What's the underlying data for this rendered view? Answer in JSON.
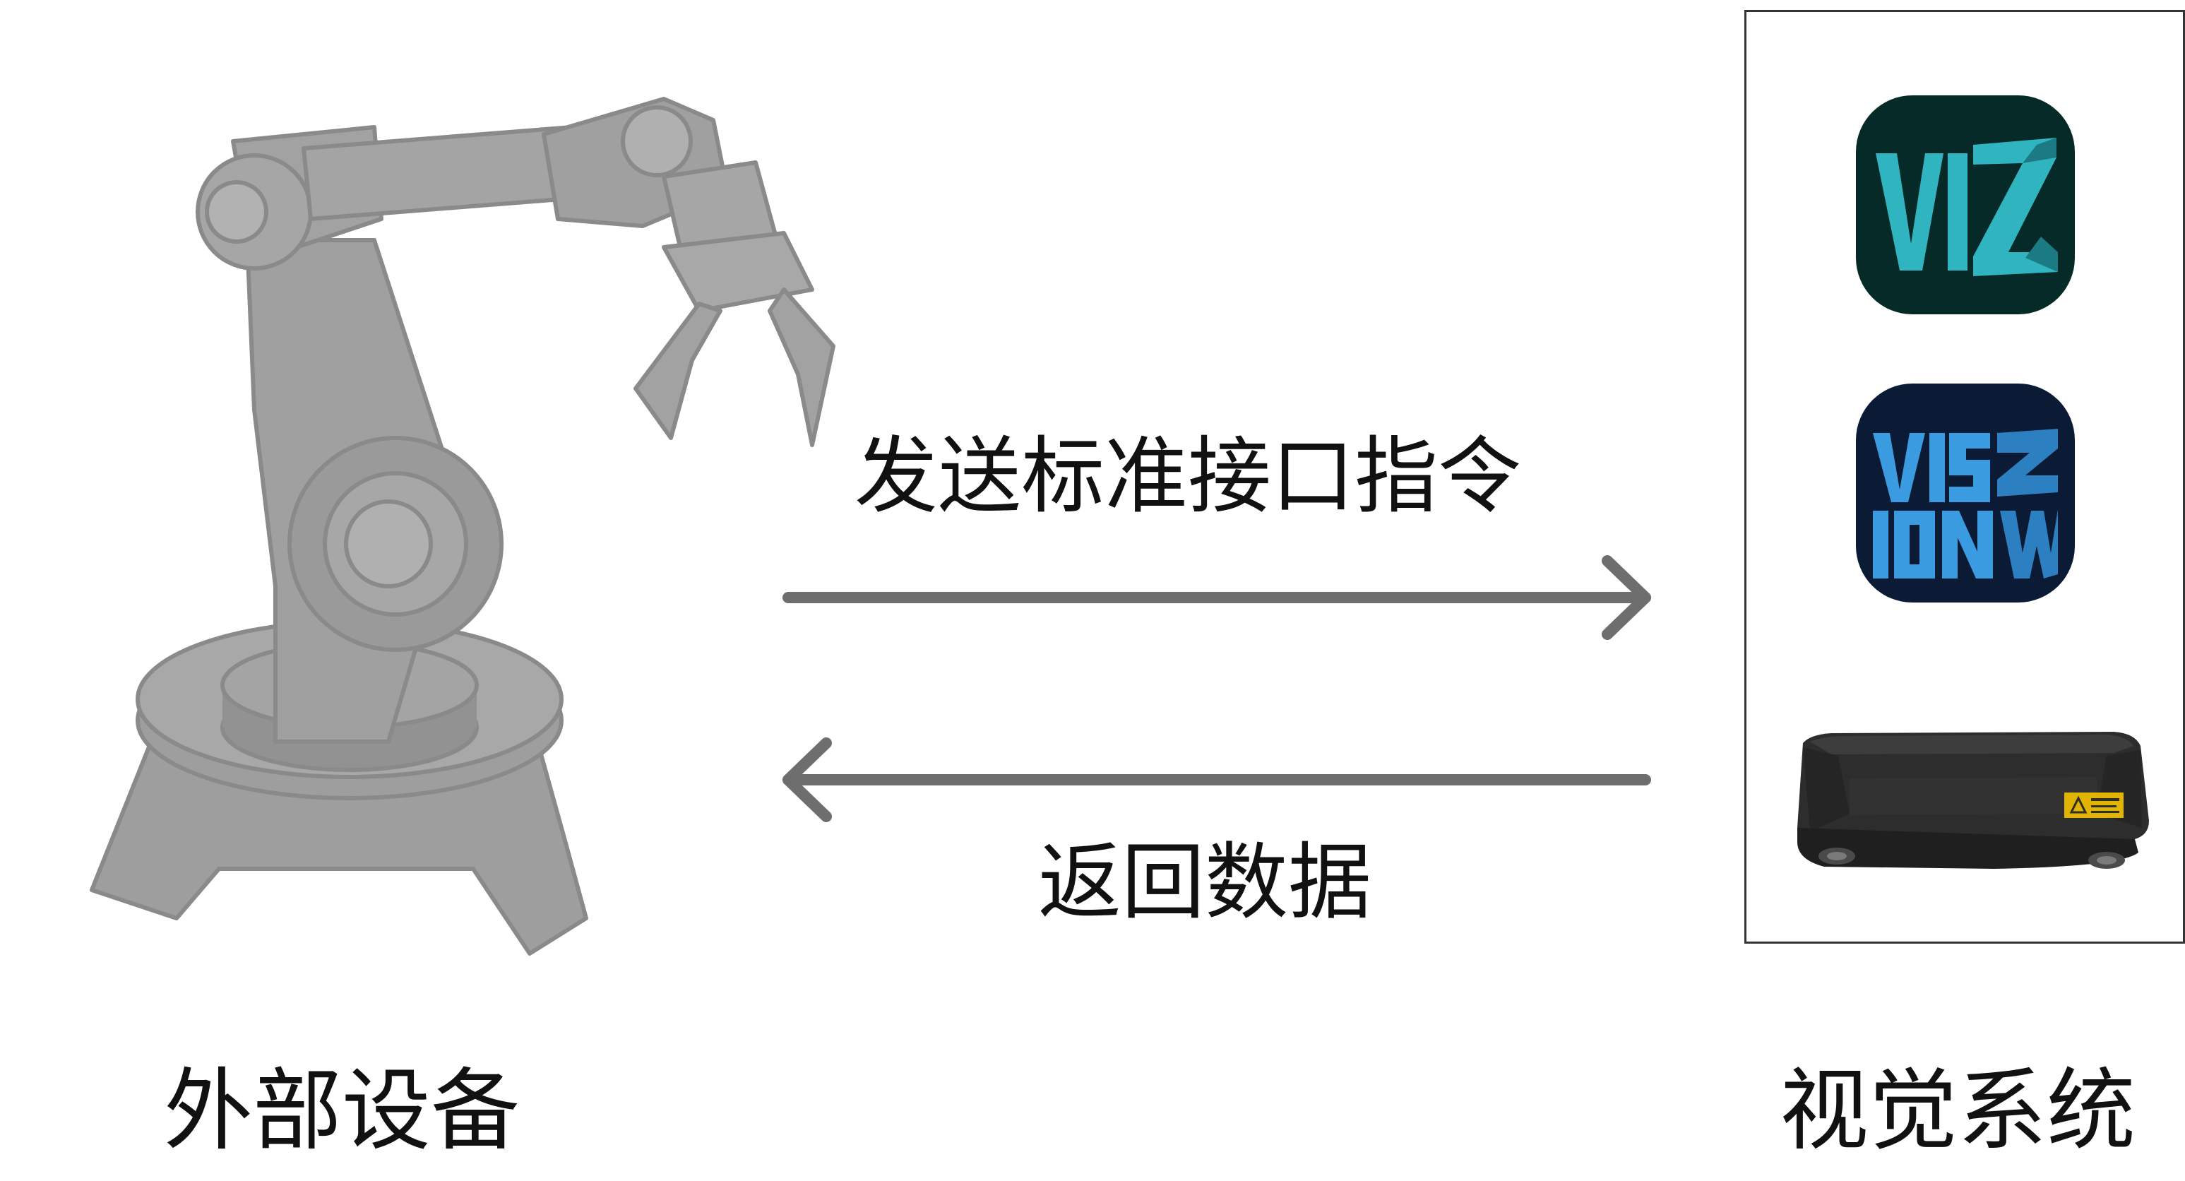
{
  "left_label": "外部设备",
  "right_label": "视觉系统",
  "send_label": "发送标准接口指令",
  "return_label": "返回数据",
  "icons": {
    "robot": "robot-arm-icon",
    "viz": "mech-viz-logo",
    "vision": "mech-vision-logo",
    "camera": "3d-camera-icon",
    "arrow_right": "arrow-right-icon",
    "arrow_left": "arrow-left-icon"
  },
  "colors": {
    "arrow": "#6e6e6e",
    "robot": "#9e9e9e",
    "viz_bg": "#062a27",
    "viz_fg": "#2fb4c0",
    "vision_bg": "#0b1b36",
    "vision_fg": "#3b9be0",
    "camera": "#2d2d2d",
    "panel_border": "#333333"
  }
}
